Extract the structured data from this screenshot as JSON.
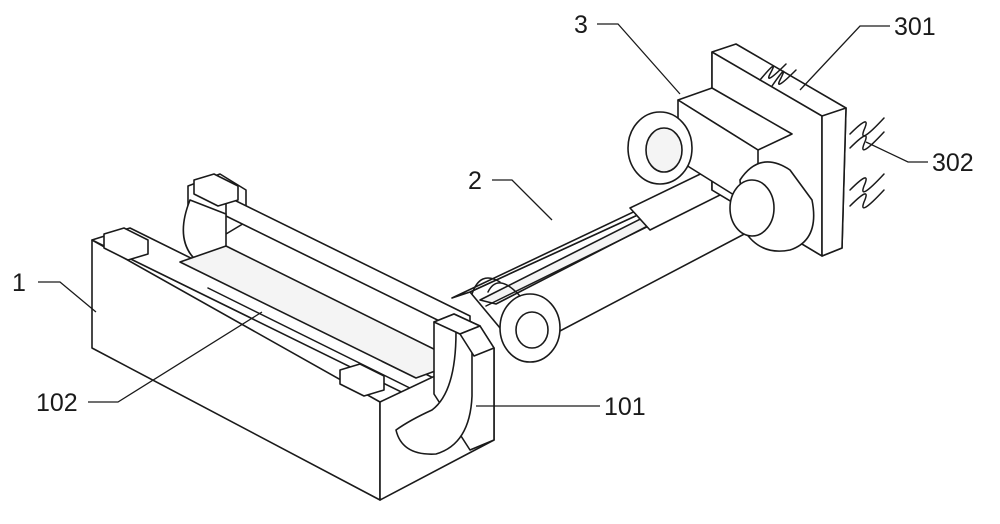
{
  "labels": {
    "part_1": "1",
    "part_2": "2",
    "part_3": "3",
    "part_101": "101",
    "part_102": "102",
    "part_301": "301",
    "part_302": "302"
  }
}
